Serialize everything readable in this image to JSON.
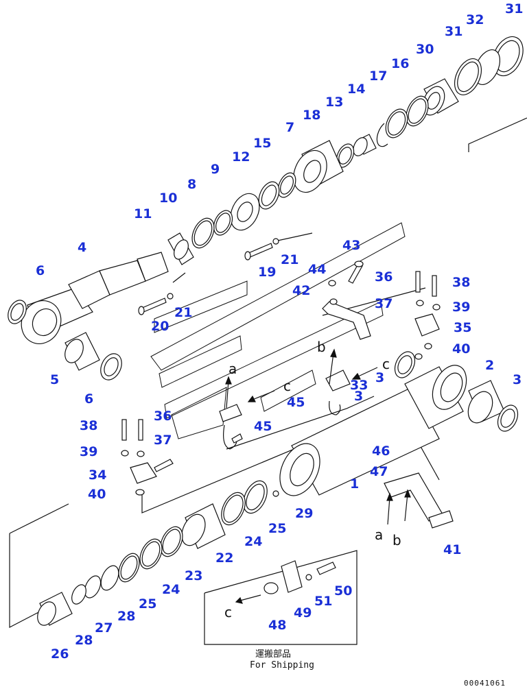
{
  "diagram": {
    "part_labels": [
      "1",
      "2",
      "3",
      "3",
      "3",
      "4",
      "5",
      "6",
      "6",
      "7",
      "8",
      "9",
      "10",
      "11",
      "12",
      "13",
      "14",
      "15",
      "16",
      "17",
      "18",
      "19",
      "20",
      "21",
      "21",
      "22",
      "23",
      "24",
      "24",
      "25",
      "25",
      "26",
      "27",
      "28",
      "28",
      "29",
      "30",
      "31",
      "31",
      "32",
      "33",
      "34",
      "35",
      "36",
      "36",
      "37",
      "37",
      "38",
      "38",
      "39",
      "39",
      "40",
      "40",
      "41",
      "42",
      "43",
      "44",
      "45",
      "45",
      "46",
      "47",
      "48",
      "49",
      "50",
      "51"
    ],
    "markers": [
      "a",
      "b",
      "c",
      "a",
      "b",
      "c",
      "c"
    ],
    "shipping_box": {
      "title_jp": "運搬部品",
      "title_en": "For Shipping"
    },
    "drawing_code": "00041061"
  },
  "colors": {
    "label": "#1a2fd6",
    "line": "#111111"
  }
}
